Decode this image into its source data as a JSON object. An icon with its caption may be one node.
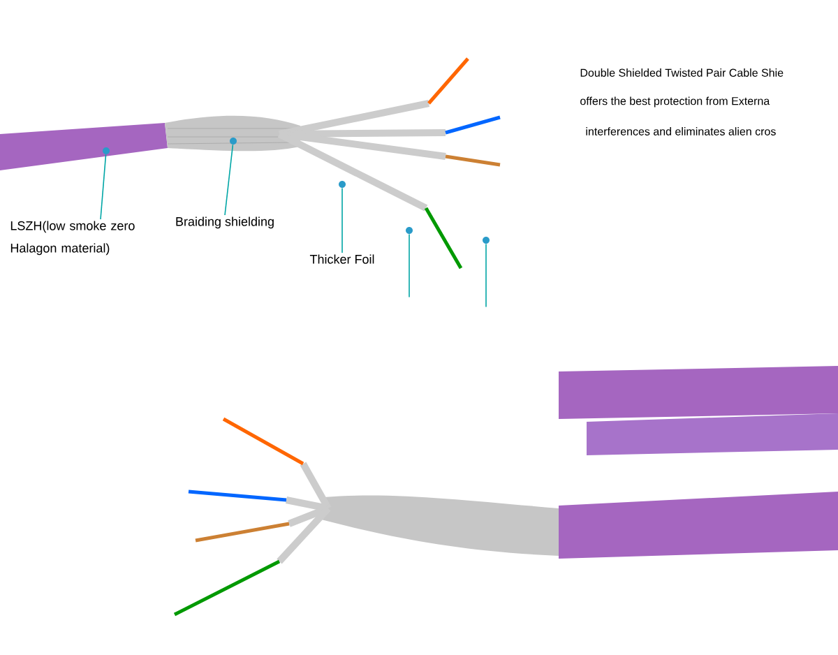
{
  "diagram": {
    "nodes": [
      {
        "text": [
          "LSZH(low smoke zero Halagon material)"
        ]
      },
      {
        "text": [
          "Braiding shielding"
        ]
      },
      {
        "text": [
          "Thicker Foil"
        ]
      },
      {
        "text": [],
        "shape": "circle"
      },
      {
        "text": [],
        "shape": "circle"
      },
      {
        "text": [],
        "shape": "circle"
      },
      {
        "text": [],
        "shape": "circle"
      },
      {
        "text": [],
        "shape": "circle"
      }
    ],
    "edges": [
      {
        "from": 0,
        "to": 3,
        "arrow": "none"
      },
      {
        "from": 1,
        "to": 4,
        "arrow": "none"
      },
      {
        "from": 2,
        "to": 5,
        "arrow": "none"
      },
      {
        "from": null,
        "to": 6,
        "arrow": "none"
      },
      {
        "from": null,
        "to": 7,
        "arrow": "none"
      }
    ],
    "labels": [
      "Double Shielded Twisted Pair Cable Shie",
      "offers the best protection from Externa",
      "interferences and eliminates alien cros"
    ]
  }
}
